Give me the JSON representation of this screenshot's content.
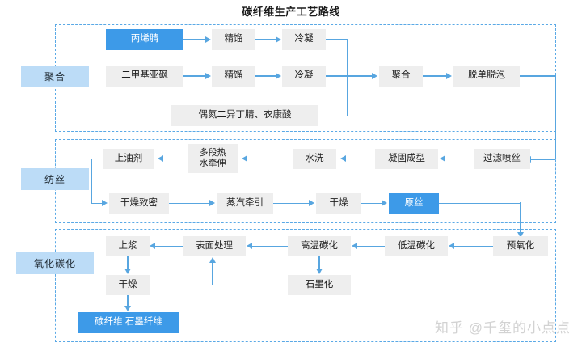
{
  "title": "碳纤维生产工艺路线",
  "watermark": "知乎 @千玺的小点点",
  "colors": {
    "accent_blue": "#3d9ae8",
    "light_blue": "#bcdcf7",
    "node_grey": "#eeeeee",
    "connector": "#58a6e0",
    "dashed_border": "#5aa9e6",
    "watermark_grey": "#d2d2d2"
  },
  "stages": [
    {
      "id": "polymerization",
      "label": "聚合"
    },
    {
      "id": "spinning",
      "label": "纺丝"
    },
    {
      "id": "carbonization",
      "label": "氧化碳化"
    }
  ],
  "nodes": {
    "acrylonitrile": "丙烯腈",
    "rectify_1": "精馏",
    "condense_1": "冷凝",
    "dmso": "二甲基亚砜",
    "rectify_2": "精馏",
    "condense_2": "冷凝",
    "polymerize": "聚合",
    "demonomer": "脱单脱泡",
    "initiators": "偶氮二异丁腈、衣康酸",
    "filter_spin": "过滤喷丝",
    "coagulate": "凝固成型",
    "wash": "水洗",
    "hot_draw": "多段热\n水牵伸",
    "oiling": "上油剂",
    "dry_densify": "干燥致密",
    "steam_draw": "蒸汽牵引",
    "dry_1": "干燥",
    "precursor": "原丝",
    "pre_oxidation": "预氧化",
    "low_temp_carbon": "低温碳化",
    "high_temp_carbon": "高温碳化",
    "graphitization": "石墨化",
    "surface_treat": "表面处理",
    "sizing": "上浆",
    "dry_2": "干燥",
    "final_product": "碳纤维 石墨纤维"
  }
}
